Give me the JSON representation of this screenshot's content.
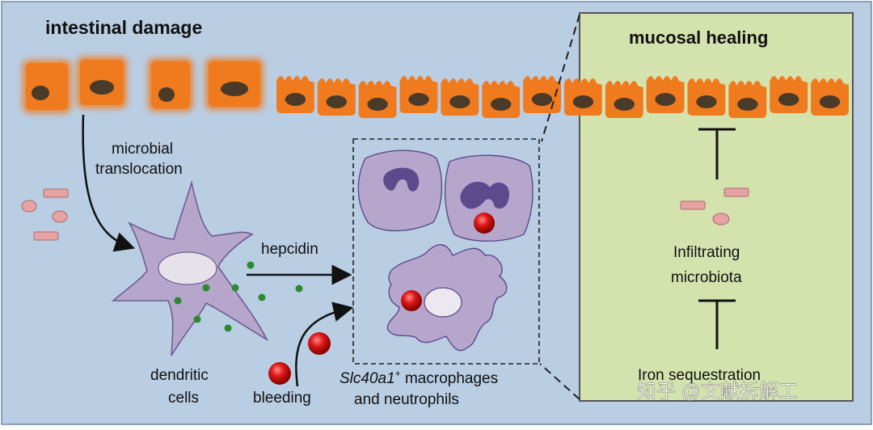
{
  "left_panel": {
    "title": "intestinal damage",
    "microbial_label": [
      "microbial",
      "translocation"
    ],
    "hepcidin_label": "hepcidin",
    "dendritic_label": [
      "dendritic",
      "cells"
    ],
    "bleeding_label": "bleeding",
    "macro_label_gene": "Slc40a1",
    "macro_label_sup": "+",
    "macro_label_rest": " macrophages",
    "macro_label_line2": "and neutrophils"
  },
  "right_panel": {
    "title": "mucosal healing",
    "infiltrating_label": [
      "Infiltrating",
      "microbiota"
    ],
    "iron_label": "Iron sequestration"
  },
  "watermark": "知乎 @文献拆解工",
  "colors": {
    "background": "#b9cde3",
    "right_panel": "#d4e2ae",
    "epithelial": "#f07a1e",
    "nucleus": "#4a3a28",
    "cell_purple": "#b7a6cc",
    "neutrophil_nucleus": "#5c4a8c",
    "iron": "#e01a1a",
    "dots": "#2b8a2b",
    "microbe": "#e7a3a3"
  }
}
